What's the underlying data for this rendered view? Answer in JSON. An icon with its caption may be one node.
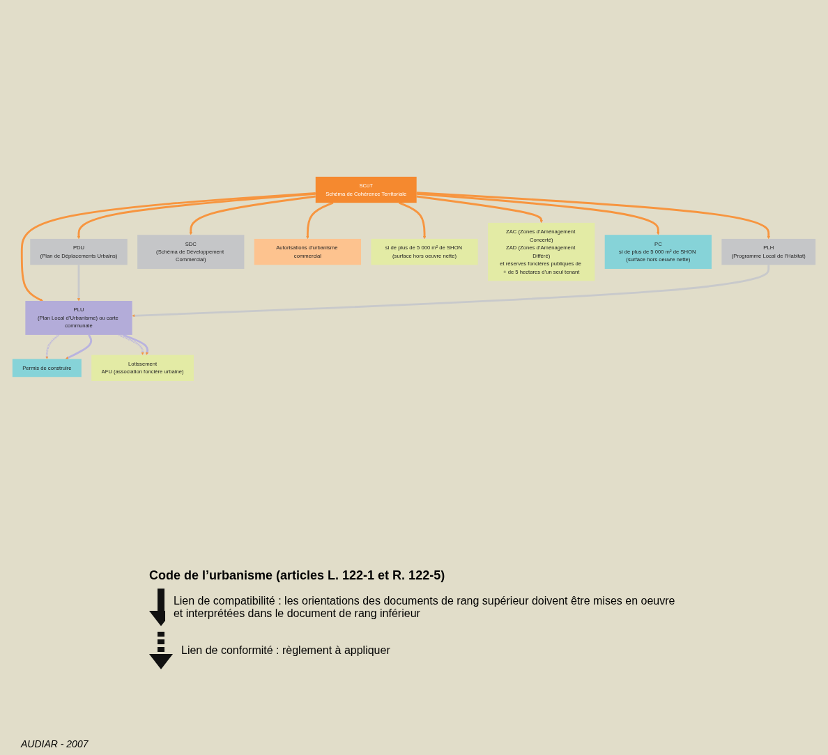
{
  "diagram": {
    "nodes": [
      {
        "text": [
          "SCoT",
          "Schéma de Cohérence Territoriale"
        ]
      },
      {
        "text": [
          "PDU",
          "(Plan de Déplacements Urbains)"
        ]
      },
      {
        "text": [
          "PLH",
          "(Programme Local de l’Habitat)"
        ]
      },
      {
        "text": [
          "SDC",
          "(Schéma de Développement Commercial)"
        ]
      },
      {
        "text": [
          "PLU",
          "(Plan Local d’Urbanisme) ou carte communale"
        ]
      },
      {
        "text": [
          "Autorisations d’urbanisme commercial"
        ]
      },
      {
        "text": [
          "Lotissement",
          "AFU (association foncière urbaine)"
        ]
      },
      {
        "text": [
          "si de plus de 5 000 m² de SHON (surface hors oeuvre nette)"
        ]
      },
      {
        "text": [
          "ZAC (Zones d’Aménagement Concerté)",
          "ZAD (Zones d’Aménagement Différé)",
          "et réserves foncières publiques de + de 5 hectares d’un seul tenant"
        ]
      },
      {
        "text": [
          "Permis de construire"
        ]
      },
      {
        "text": [
          "PC",
          "si de plus de 5 000 m² de SHON (surface hors oeuvre nette)"
        ]
      }
    ],
    "edges": [
      {
        "from": 0,
        "to": 1,
        "arrow": "to"
      },
      {
        "from": 0,
        "to": 2,
        "arrow": "to"
      },
      {
        "from": 0,
        "to": 4,
        "arrow": "to"
      },
      {
        "from": 0,
        "to": 7,
        "arrow": "to"
      },
      {
        "from": 0,
        "to": 10,
        "arrow": "to"
      },
      {
        "from": 0,
        "to": 8,
        "arrow": "to"
      },
      {
        "from": 0,
        "to": 5,
        "arrow": "to"
      },
      {
        "from": 0,
        "to": 3,
        "arrow": "to"
      },
      {
        "from": 1,
        "to": 4,
        "arrow": "to",
        "color": "#c8c9cb"
      },
      {
        "from": 2,
        "to": 4,
        "arrow": "to",
        "color": "#c8c9cb"
      },
      {
        "from": 4,
        "to": 9,
        "arrow": "to",
        "style": "dashed",
        "color": "#b9b3df"
      },
      {
        "from": 4,
        "to": 9,
        "arrow": "to",
        "color": "#b9b3df"
      },
      {
        "from": 4,
        "to": 6,
        "arrow": "to",
        "style": "dashed",
        "color": "#b9b3df"
      },
      {
        "from": 4,
        "to": 6,
        "arrow": "to",
        "color": "#b9b3df"
      }
    ],
    "labels": [
      "Code de l’urbanisme (articles L. 122-1 et R. 122-5)",
      "AUDIAR - 2007"
    ],
    "legend": [
      {
        "text": "Lien de compatibilité : les orientations des documents de rang supérieur doivent être mises en oeuvre et interprétées dans le document de rang inférieur"
      },
      {
        "text": "Lien de conformité : règlement à appliquer"
      }
    ]
  }
}
